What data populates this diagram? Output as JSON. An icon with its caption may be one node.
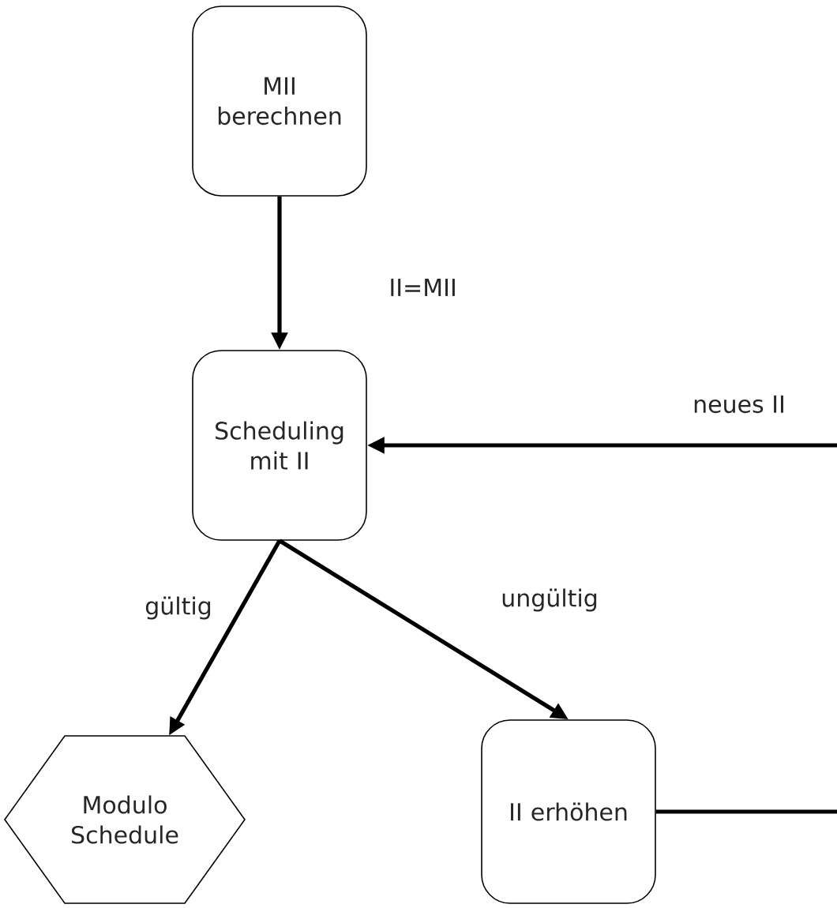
{
  "diagram": {
    "nodes": [
      {
        "text": [
          "MII berechnen"
        ]
      },
      {
        "text": [
          "Scheduling mit II"
        ]
      },
      {
        "text": [
          "Modulo Schedule"
        ]
      },
      {
        "text": [
          "II erhöhen"
        ]
      }
    ],
    "edges": [
      {
        "from": 0,
        "to": 1,
        "arrow": "to",
        "label": "II=MII"
      },
      {
        "from": 1,
        "to": 2,
        "arrow": "to",
        "label": "gültig"
      },
      {
        "from": 1,
        "to": 3,
        "arrow": "to",
        "label": "ungültig"
      },
      {
        "from": 3,
        "to": 1,
        "arrow": "to",
        "label": "neues II"
      }
    ]
  }
}
